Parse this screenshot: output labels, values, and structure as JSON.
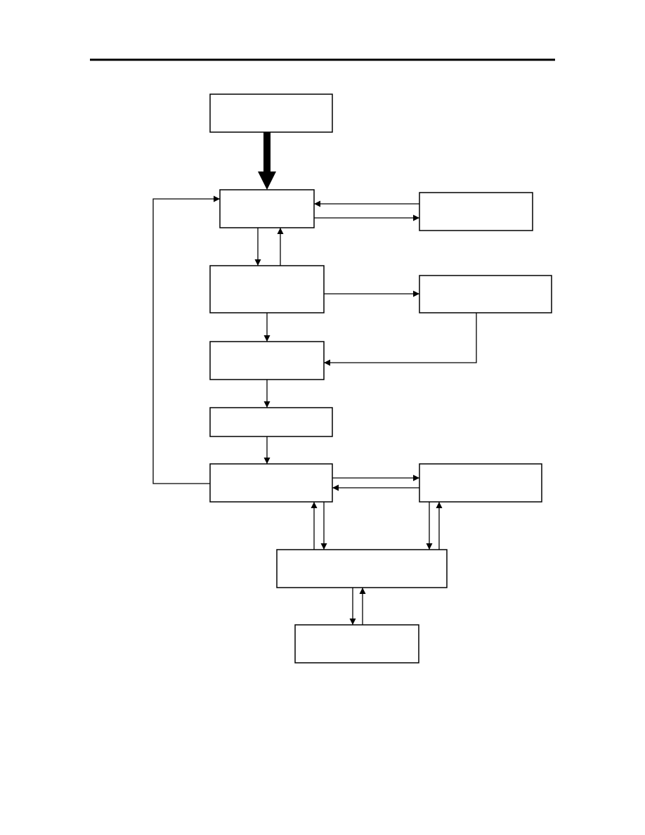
{
  "diagram": {
    "colors": {
      "line": "#000000",
      "fill": "#ffffff"
    },
    "nodes": [
      {
        "id": "box-top",
        "label": ""
      },
      {
        "id": "box-2",
        "label": ""
      },
      {
        "id": "box-right-1",
        "label": ""
      },
      {
        "id": "box-3",
        "label": ""
      },
      {
        "id": "box-right-2",
        "label": ""
      },
      {
        "id": "box-4",
        "label": ""
      },
      {
        "id": "box-5",
        "label": ""
      },
      {
        "id": "box-6",
        "label": ""
      },
      {
        "id": "box-right-3",
        "label": ""
      },
      {
        "id": "box-wide",
        "label": ""
      },
      {
        "id": "box-bottom",
        "label": ""
      }
    ],
    "edges": [
      {
        "from": "box-top",
        "to": "box-2",
        "style": "thick"
      },
      {
        "from": "box-right-1",
        "to": "box-2"
      },
      {
        "from": "box-2",
        "to": "box-right-1"
      },
      {
        "from": "box-2",
        "to": "box-3"
      },
      {
        "from": "box-3",
        "to": "box-2"
      },
      {
        "from": "box-3",
        "to": "box-right-2"
      },
      {
        "from": "box-3",
        "to": "box-4"
      },
      {
        "from": "box-right-2",
        "to": "box-4"
      },
      {
        "from": "box-4",
        "to": "box-5"
      },
      {
        "from": "box-5",
        "to": "box-6"
      },
      {
        "from": "box-6",
        "to": "box-2"
      },
      {
        "from": "box-6",
        "to": "box-right-3"
      },
      {
        "from": "box-right-3",
        "to": "box-6"
      },
      {
        "from": "box-wide",
        "to": "box-6"
      },
      {
        "from": "box-6",
        "to": "box-wide"
      },
      {
        "from": "box-right-3",
        "to": "box-wide"
      },
      {
        "from": "box-wide",
        "to": "box-right-3"
      },
      {
        "from": "box-wide",
        "to": "box-bottom"
      },
      {
        "from": "box-bottom",
        "to": "box-wide"
      }
    ]
  }
}
